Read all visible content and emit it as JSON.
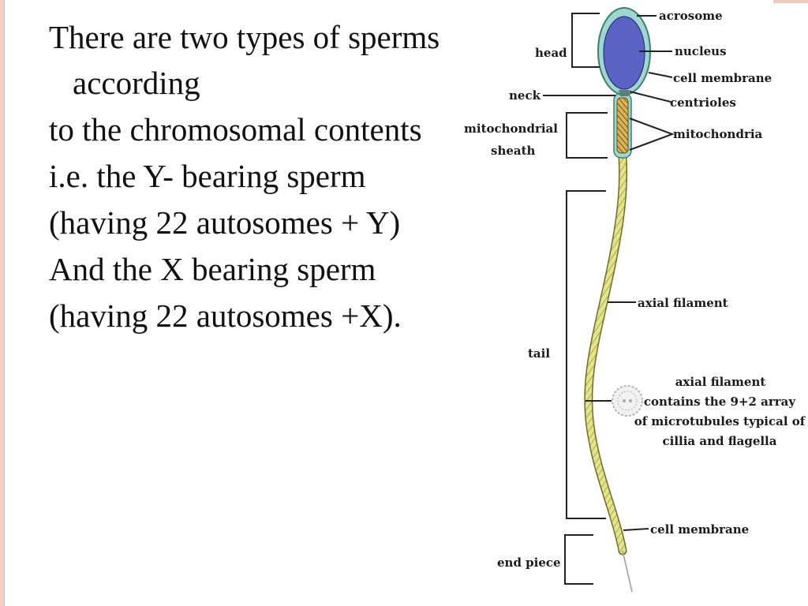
{
  "slide": {
    "paragraphs": [
      "There are two types of sperms according",
      "to the chromosomal contents",
      "i.e. the Y- bearing sperm",
      "(having 22 autosomes + Y)",
      "And the X bearing sperm",
      "(having 22 autosomes +X)."
    ]
  },
  "diagram": {
    "labels": {
      "acrosome": "acrosome",
      "nucleus": "nucleus",
      "cell_membrane_head": "cell membrane",
      "centrioles": "centrioles",
      "mitochondria": "mitochondria",
      "head": "head",
      "neck": "neck",
      "mitochondrial": "mitochondrial",
      "sheath": "sheath",
      "axial_filament": "axial filament",
      "tail": "tail",
      "axial_note_1": "axial filament",
      "axial_note_2": "contains the 9+2 array",
      "axial_note_3": "of microtubules typical of",
      "axial_note_4": "cillia and flagella",
      "cell_membrane_tail": "cell membrane",
      "end_piece": "end piece"
    },
    "colors": {
      "nucleus": "#5b63c4",
      "head_outline": "#9fd6cf",
      "tail": "#d9d97a",
      "mitochondria": "#c9a44a"
    }
  }
}
